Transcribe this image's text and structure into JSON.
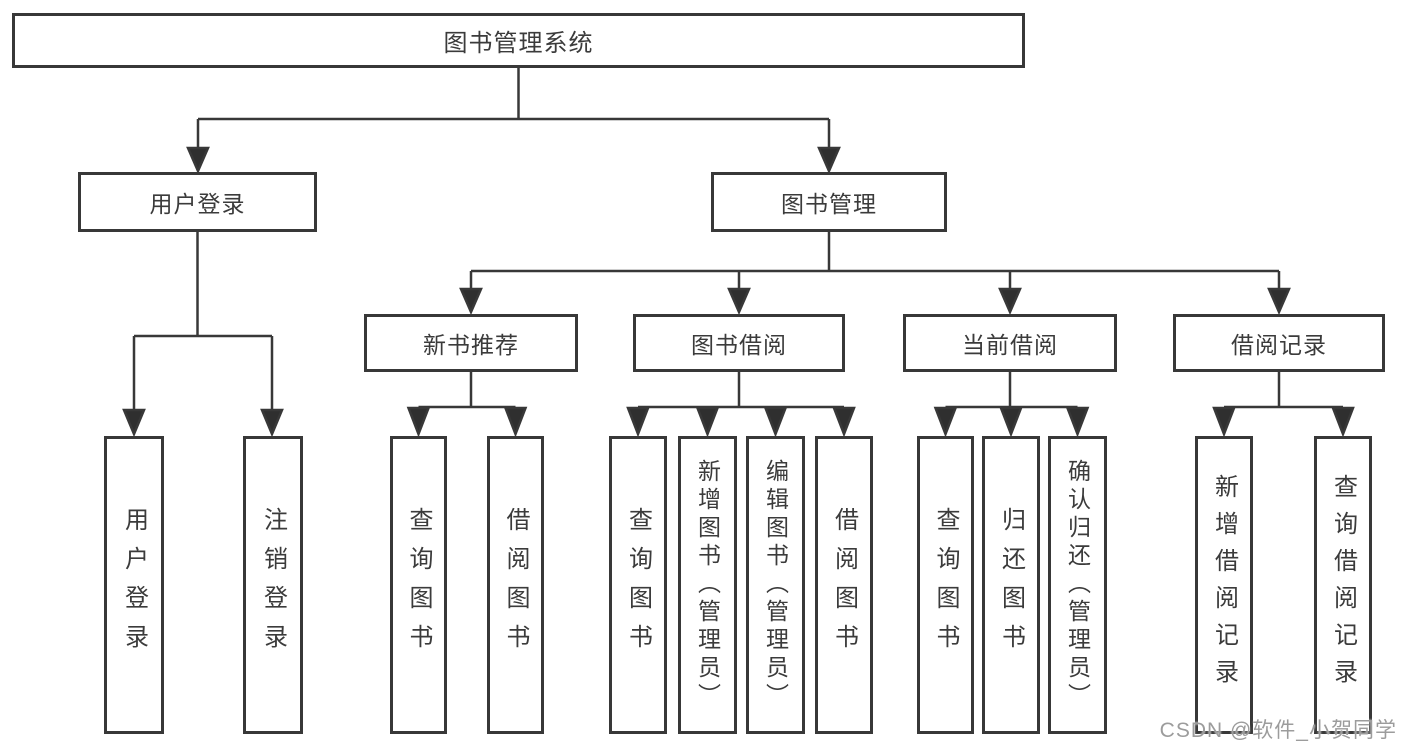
{
  "tree": {
    "label": "图书管理系统",
    "children": [
      {
        "label": "用户登录",
        "children": [
          {
            "label": "用户登录"
          },
          {
            "label": "注销登录"
          }
        ]
      },
      {
        "label": "图书管理",
        "children": [
          {
            "label": "新书推荐",
            "children": [
              {
                "label": "查询图书"
              },
              {
                "label": "借阅图书"
              }
            ]
          },
          {
            "label": "图书借阅",
            "children": [
              {
                "label": "查询图书"
              },
              {
                "label": "新增图书（管理员）"
              },
              {
                "label": "编辑图书（管理员）"
              },
              {
                "label": "借阅图书"
              }
            ]
          },
          {
            "label": "当前借阅",
            "children": [
              {
                "label": "查询图书"
              },
              {
                "label": "归还图书"
              },
              {
                "label": "确认归还（管理员）"
              }
            ]
          },
          {
            "label": "借阅记录",
            "children": [
              {
                "label": "新增借阅记录"
              },
              {
                "label": "查询借阅记录"
              }
            ]
          }
        ]
      }
    ]
  },
  "watermark": "CSDN @软件_小贺同学",
  "colors": {
    "line": "#383838",
    "box_border": "#383838",
    "text": "#3b3b3b",
    "watermark_text": "#9c9c9c",
    "background": "#ffffff"
  }
}
